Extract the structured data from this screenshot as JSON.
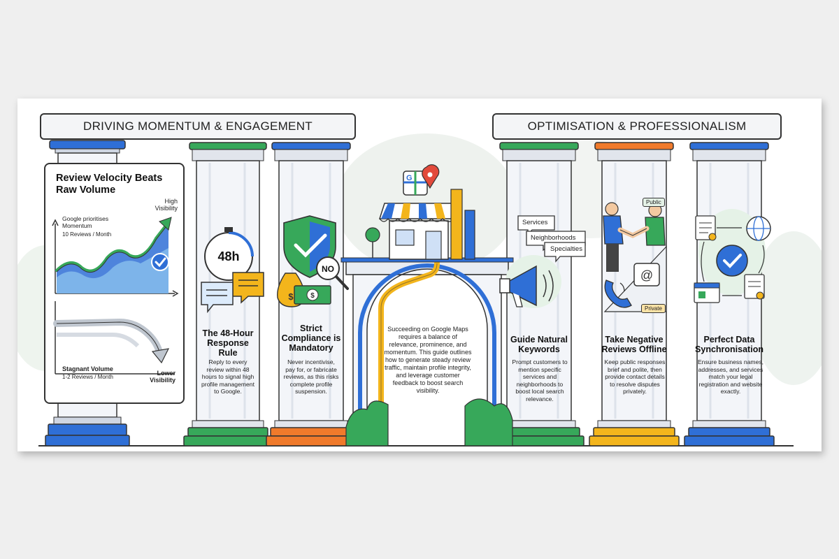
{
  "sections": {
    "left_header": "DRIVING MOMENTUM & ENGAGEMENT",
    "right_header": "OPTIMISATION & PROFESSIONALISM"
  },
  "velocity_panel": {
    "title": "Review Velocity Beats Raw Volume",
    "momentum_note": "Google prioritises Momentum",
    "momentum_rate": "10 Reviews / Month",
    "high_visibility": "High Visibility",
    "stagnant_label": "Stagnant Volume",
    "stagnant_rate": "1-2 Reviews / Month",
    "lower_visibility": "Lower Visibility"
  },
  "pillars": [
    {
      "title": "The 48-Hour Response Rule",
      "body": "Reply to every review within 48 hours to signal high profile management to Google.",
      "icon_text": "48h"
    },
    {
      "title": "Strict Compliance is Mandatory",
      "body": "Never incentivise, pay for, or fabricate reviews, as this risks complete profile suspension.",
      "icon_text": "NO"
    },
    {
      "title": "Guide Natural Keywords",
      "body": "Prompt customers to mention specific services and neighborhoods to boost local search relevance.",
      "bubbles": [
        "Services",
        "Neighborhoods",
        "Specialties"
      ]
    },
    {
      "title": "Take Negative Reviews Offline",
      "body": "Keep public responses brief and polite, then provide contact details to resolve disputes privately.",
      "tags": [
        "Public",
        "Private"
      ]
    },
    {
      "title": "Perfect Data Synchronisation",
      "body": "Ensure business names, addresses, and services match your legal registration and website exactly."
    }
  ],
  "center": {
    "body": "Succeeding on Google Maps requires a balance of relevance, prominence, and momentum. This guide outlines how to generate steady review traffic, maintain profile integrity, and leverage customer feedback to boost search visibility.",
    "map_icon_letter": "G"
  },
  "colors": {
    "blue": "#2f6fd6",
    "green": "#37a85a",
    "orange": "#f07a2b",
    "yellow": "#f3b51c",
    "red": "#e24a3b"
  }
}
